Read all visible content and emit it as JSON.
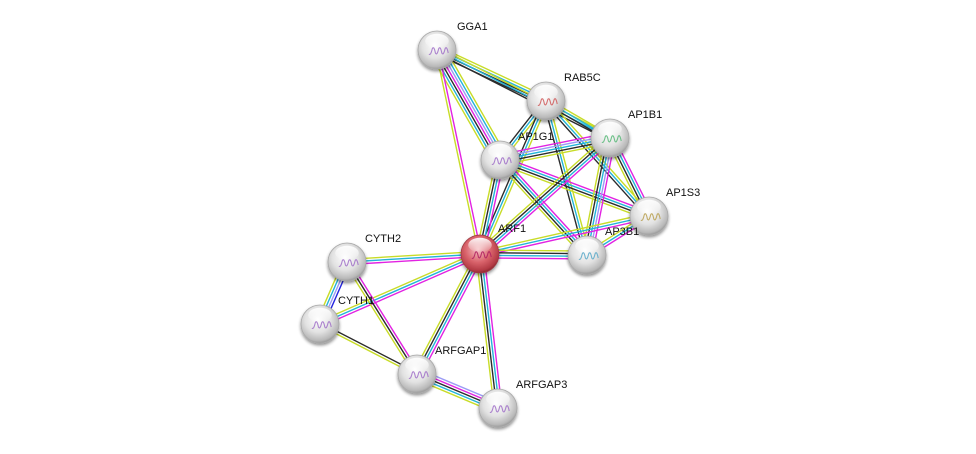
{
  "title": "Protein interaction network",
  "colors": {
    "background": "#ffffff",
    "query_node": "#d9636b",
    "node": "#e9e9e9",
    "edge_textmining": "#c8dc28",
    "edge_coexpression": "#2b2b2b",
    "edge_experiments": "#e222e2",
    "edge_databases": "#22b4d8",
    "edge_homology": "#9b9bf5",
    "edge_neighborhood": "#2424e0"
  },
  "nodes": [
    {
      "id": "GGA1",
      "label": "GGA1",
      "query": false,
      "structure_color": "#a070c8"
    },
    {
      "id": "RAB5C",
      "label": "RAB5C",
      "query": false,
      "structure_color": "#d05a5a"
    },
    {
      "id": "AP1B1",
      "label": "AP1B1",
      "query": false,
      "structure_color": "#58b878"
    },
    {
      "id": "AP1G1",
      "label": "AP1G1",
      "query": false,
      "structure_color": "#a070c8"
    },
    {
      "id": "AP1S3",
      "label": "AP1S3",
      "query": false,
      "structure_color": "#b8a050"
    },
    {
      "id": "AP3B1",
      "label": "AP3B1",
      "query": false,
      "structure_color": "#58a8c8"
    },
    {
      "id": "ARF1",
      "label": "ARF1",
      "query": true,
      "structure_color": "#b02060"
    },
    {
      "id": "CYTH2",
      "label": "CYTH2",
      "query": false,
      "structure_color": "#a070c8"
    },
    {
      "id": "CYTH1",
      "label": "CYTH1",
      "query": false,
      "structure_color": "#a070c8"
    },
    {
      "id": "ARFGAP1",
      "label": "ARFGAP1",
      "query": false,
      "structure_color": "#a070c8"
    },
    {
      "id": "ARFGAP3",
      "label": "ARFGAP3",
      "query": false,
      "structure_color": "#a070c8"
    }
  ],
  "edges": [
    {
      "source": "GGA1",
      "target": "RAB5C",
      "evidence": [
        "textmining",
        "databases",
        "coexpression",
        "coexpression"
      ]
    },
    {
      "source": "GGA1",
      "target": "AP1G1",
      "evidence": [
        "textmining",
        "databases",
        "homology",
        "experiments",
        "coexpression",
        "databases",
        "textmining"
      ]
    },
    {
      "source": "GGA1",
      "target": "AP1B1",
      "evidence": [
        "textmining",
        "databases",
        "coexpression"
      ]
    },
    {
      "source": "GGA1",
      "target": "ARF1",
      "evidence": [
        "experiments",
        "textmining"
      ]
    },
    {
      "source": "RAB5C",
      "target": "AP1G1",
      "evidence": [
        "textmining",
        "databases",
        "coexpression"
      ]
    },
    {
      "source": "RAB5C",
      "target": "AP1B1",
      "evidence": [
        "textmining",
        "databases",
        "coexpression"
      ]
    },
    {
      "source": "RAB5C",
      "target": "AP1S3",
      "evidence": [
        "textmining",
        "databases",
        "coexpression"
      ]
    },
    {
      "source": "RAB5C",
      "target": "AP3B1",
      "evidence": [
        "textmining",
        "databases",
        "coexpression"
      ]
    },
    {
      "source": "RAB5C",
      "target": "ARF1",
      "evidence": [
        "textmining",
        "databases",
        "coexpression"
      ]
    },
    {
      "source": "AP1G1",
      "target": "AP1B1",
      "evidence": [
        "experiments",
        "homology",
        "databases",
        "coexpression",
        "textmining"
      ]
    },
    {
      "source": "AP1G1",
      "target": "AP1S3",
      "evidence": [
        "experiments",
        "databases",
        "coexpression",
        "textmining"
      ]
    },
    {
      "source": "AP1G1",
      "target": "AP3B1",
      "evidence": [
        "experiments",
        "databases",
        "coexpression",
        "textmining"
      ]
    },
    {
      "source": "AP1G1",
      "target": "ARF1",
      "evidence": [
        "experiments",
        "databases",
        "coexpression",
        "textmining"
      ]
    },
    {
      "source": "AP1B1",
      "target": "AP1S3",
      "evidence": [
        "experiments",
        "databases",
        "coexpression",
        "textmining"
      ]
    },
    {
      "source": "AP1B1",
      "target": "AP3B1",
      "evidence": [
        "experiments",
        "homology",
        "databases",
        "coexpression",
        "textmining"
      ]
    },
    {
      "source": "AP1B1",
      "target": "ARF1",
      "evidence": [
        "experiments",
        "databases",
        "coexpression",
        "textmining"
      ]
    },
    {
      "source": "AP1S3",
      "target": "AP3B1",
      "evidence": [
        "experiments",
        "databases",
        "textmining"
      ]
    },
    {
      "source": "AP1S3",
      "target": "ARF1",
      "evidence": [
        "experiments",
        "databases",
        "textmining"
      ]
    },
    {
      "source": "AP3B1",
      "target": "ARF1",
      "evidence": [
        "experiments",
        "databases",
        "coexpression",
        "textmining"
      ]
    },
    {
      "source": "ARF1",
      "target": "CYTH2",
      "evidence": [
        "experiments",
        "databases",
        "textmining"
      ]
    },
    {
      "source": "ARF1",
      "target": "CYTH1",
      "evidence": [
        "experiments",
        "databases",
        "textmining"
      ]
    },
    {
      "source": "ARF1",
      "target": "ARFGAP1",
      "evidence": [
        "experiments",
        "databases",
        "coexpression",
        "textmining"
      ]
    },
    {
      "source": "ARF1",
      "target": "ARFGAP3",
      "evidence": [
        "experiments",
        "databases",
        "coexpression",
        "textmining"
      ]
    },
    {
      "source": "CYTH2",
      "target": "CYTH1",
      "evidence": [
        "neighborhood",
        "homology",
        "databases",
        "textmining"
      ]
    },
    {
      "source": "CYTH2",
      "target": "ARFGAP1",
      "evidence": [
        "experiments",
        "coexpression",
        "textmining"
      ]
    },
    {
      "source": "CYTH1",
      "target": "ARFGAP1",
      "evidence": [
        "coexpression",
        "textmining"
      ]
    },
    {
      "source": "ARFGAP1",
      "target": "ARFGAP3",
      "evidence": [
        "homology",
        "experiments",
        "coexpression",
        "databases",
        "textmining"
      ]
    }
  ]
}
